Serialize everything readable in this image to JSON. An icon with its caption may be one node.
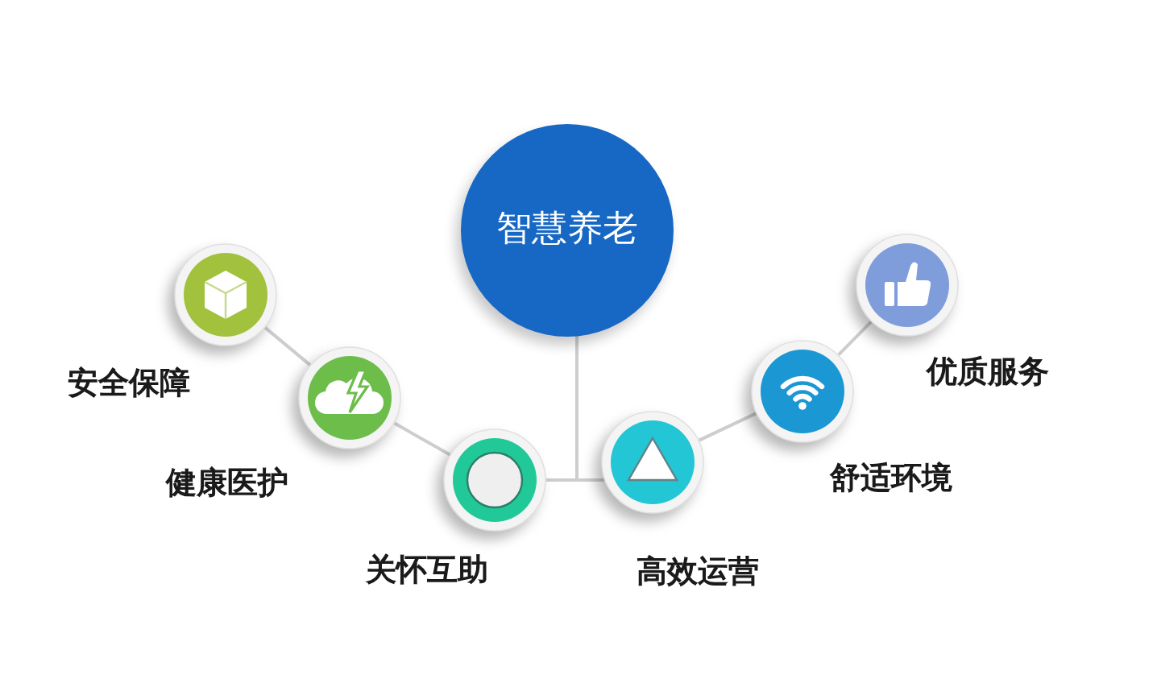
{
  "diagram": {
    "nodes": [
      {
        "text": [
          "智慧养老"
        ]
      },
      {
        "text": [
          "安全保障"
        ]
      },
      {
        "text": [
          "健康医护"
        ]
      },
      {
        "text": [
          "关怀互助"
        ]
      },
      {
        "text": [
          "高效运营"
        ]
      },
      {
        "text": [
          "舒适环境"
        ]
      },
      {
        "text": [
          "优质服务"
        ]
      }
    ],
    "edges": [
      {
        "from": 1,
        "to": 2,
        "arrow": "none"
      },
      {
        "from": 2,
        "to": 3,
        "arrow": "none"
      },
      {
        "from": 0,
        "to": 3,
        "arrow": "none"
      },
      {
        "from": 0,
        "to": 4,
        "arrow": "none"
      },
      {
        "from": 4,
        "to": 5,
        "arrow": "none"
      },
      {
        "from": 5,
        "to": 6,
        "arrow": "none"
      }
    ]
  }
}
